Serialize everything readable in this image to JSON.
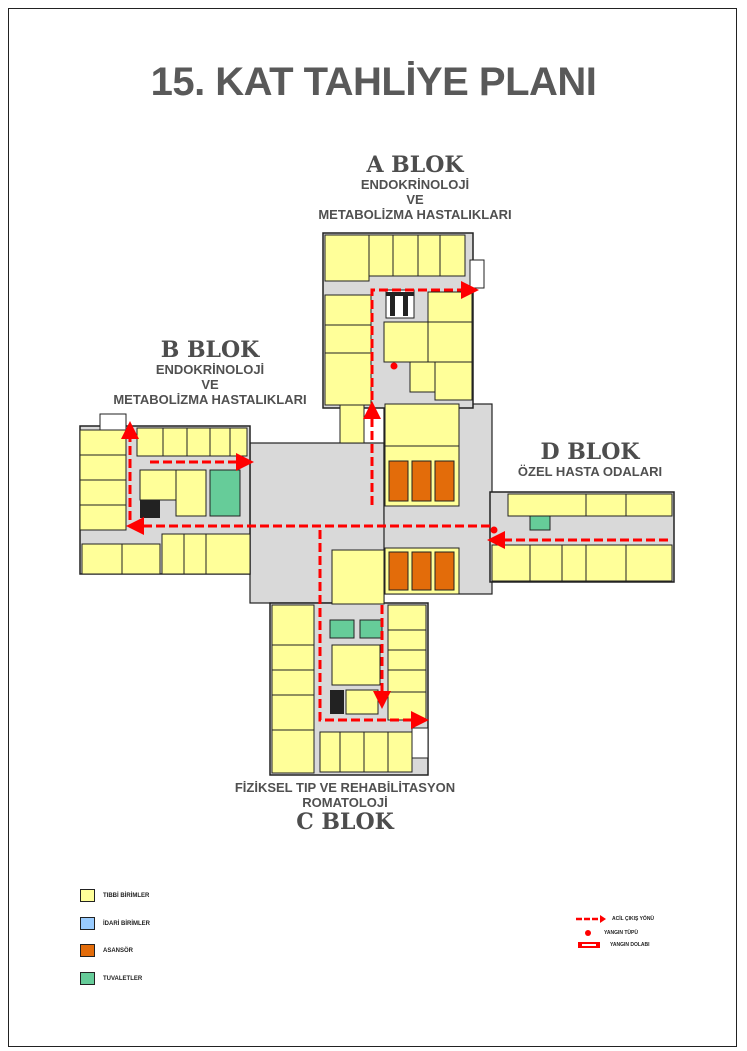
{
  "title": "15. KAT TAHLİYE PLANI",
  "blocks": {
    "a": {
      "name": "A BLOK",
      "line1": "ENDOKRİNOLOJİ",
      "line2": "VE",
      "line3": "METABOLİZMA HASTALIKLARI"
    },
    "b": {
      "name": "B BLOK",
      "line1": "ENDOKRİNOLOJİ",
      "line2": "VE",
      "line3": "METABOLİZMA HASTALIKLARI"
    },
    "c": {
      "line1": "FİZİKSEL TIP VE REHABİLİTASYON",
      "line2": "ROMATOLOJİ",
      "name": "C BLOK"
    },
    "d": {
      "name": "D BLOK",
      "line1": "ÖZEL HASTA ODALARI"
    }
  },
  "legend": {
    "tibbi": "TIBBİ BİRİMLER",
    "idari": "İDARİ BİRİMLER",
    "asansor": "ASANSÖR",
    "tuvalet": "TUVALETLER",
    "kacis": "ACİL ÇIKIŞ YÖNÜ",
    "toplanma": "YANGIN TÜPÜ",
    "merdiven": "YANGIN DOLABI"
  },
  "colors": {
    "medical": "#ffff99",
    "admin": "#99ccff",
    "elevator": "#e36c0a",
    "toilet": "#66cc99",
    "corridor": "#d9d9d9",
    "escape": "#ff0000"
  }
}
